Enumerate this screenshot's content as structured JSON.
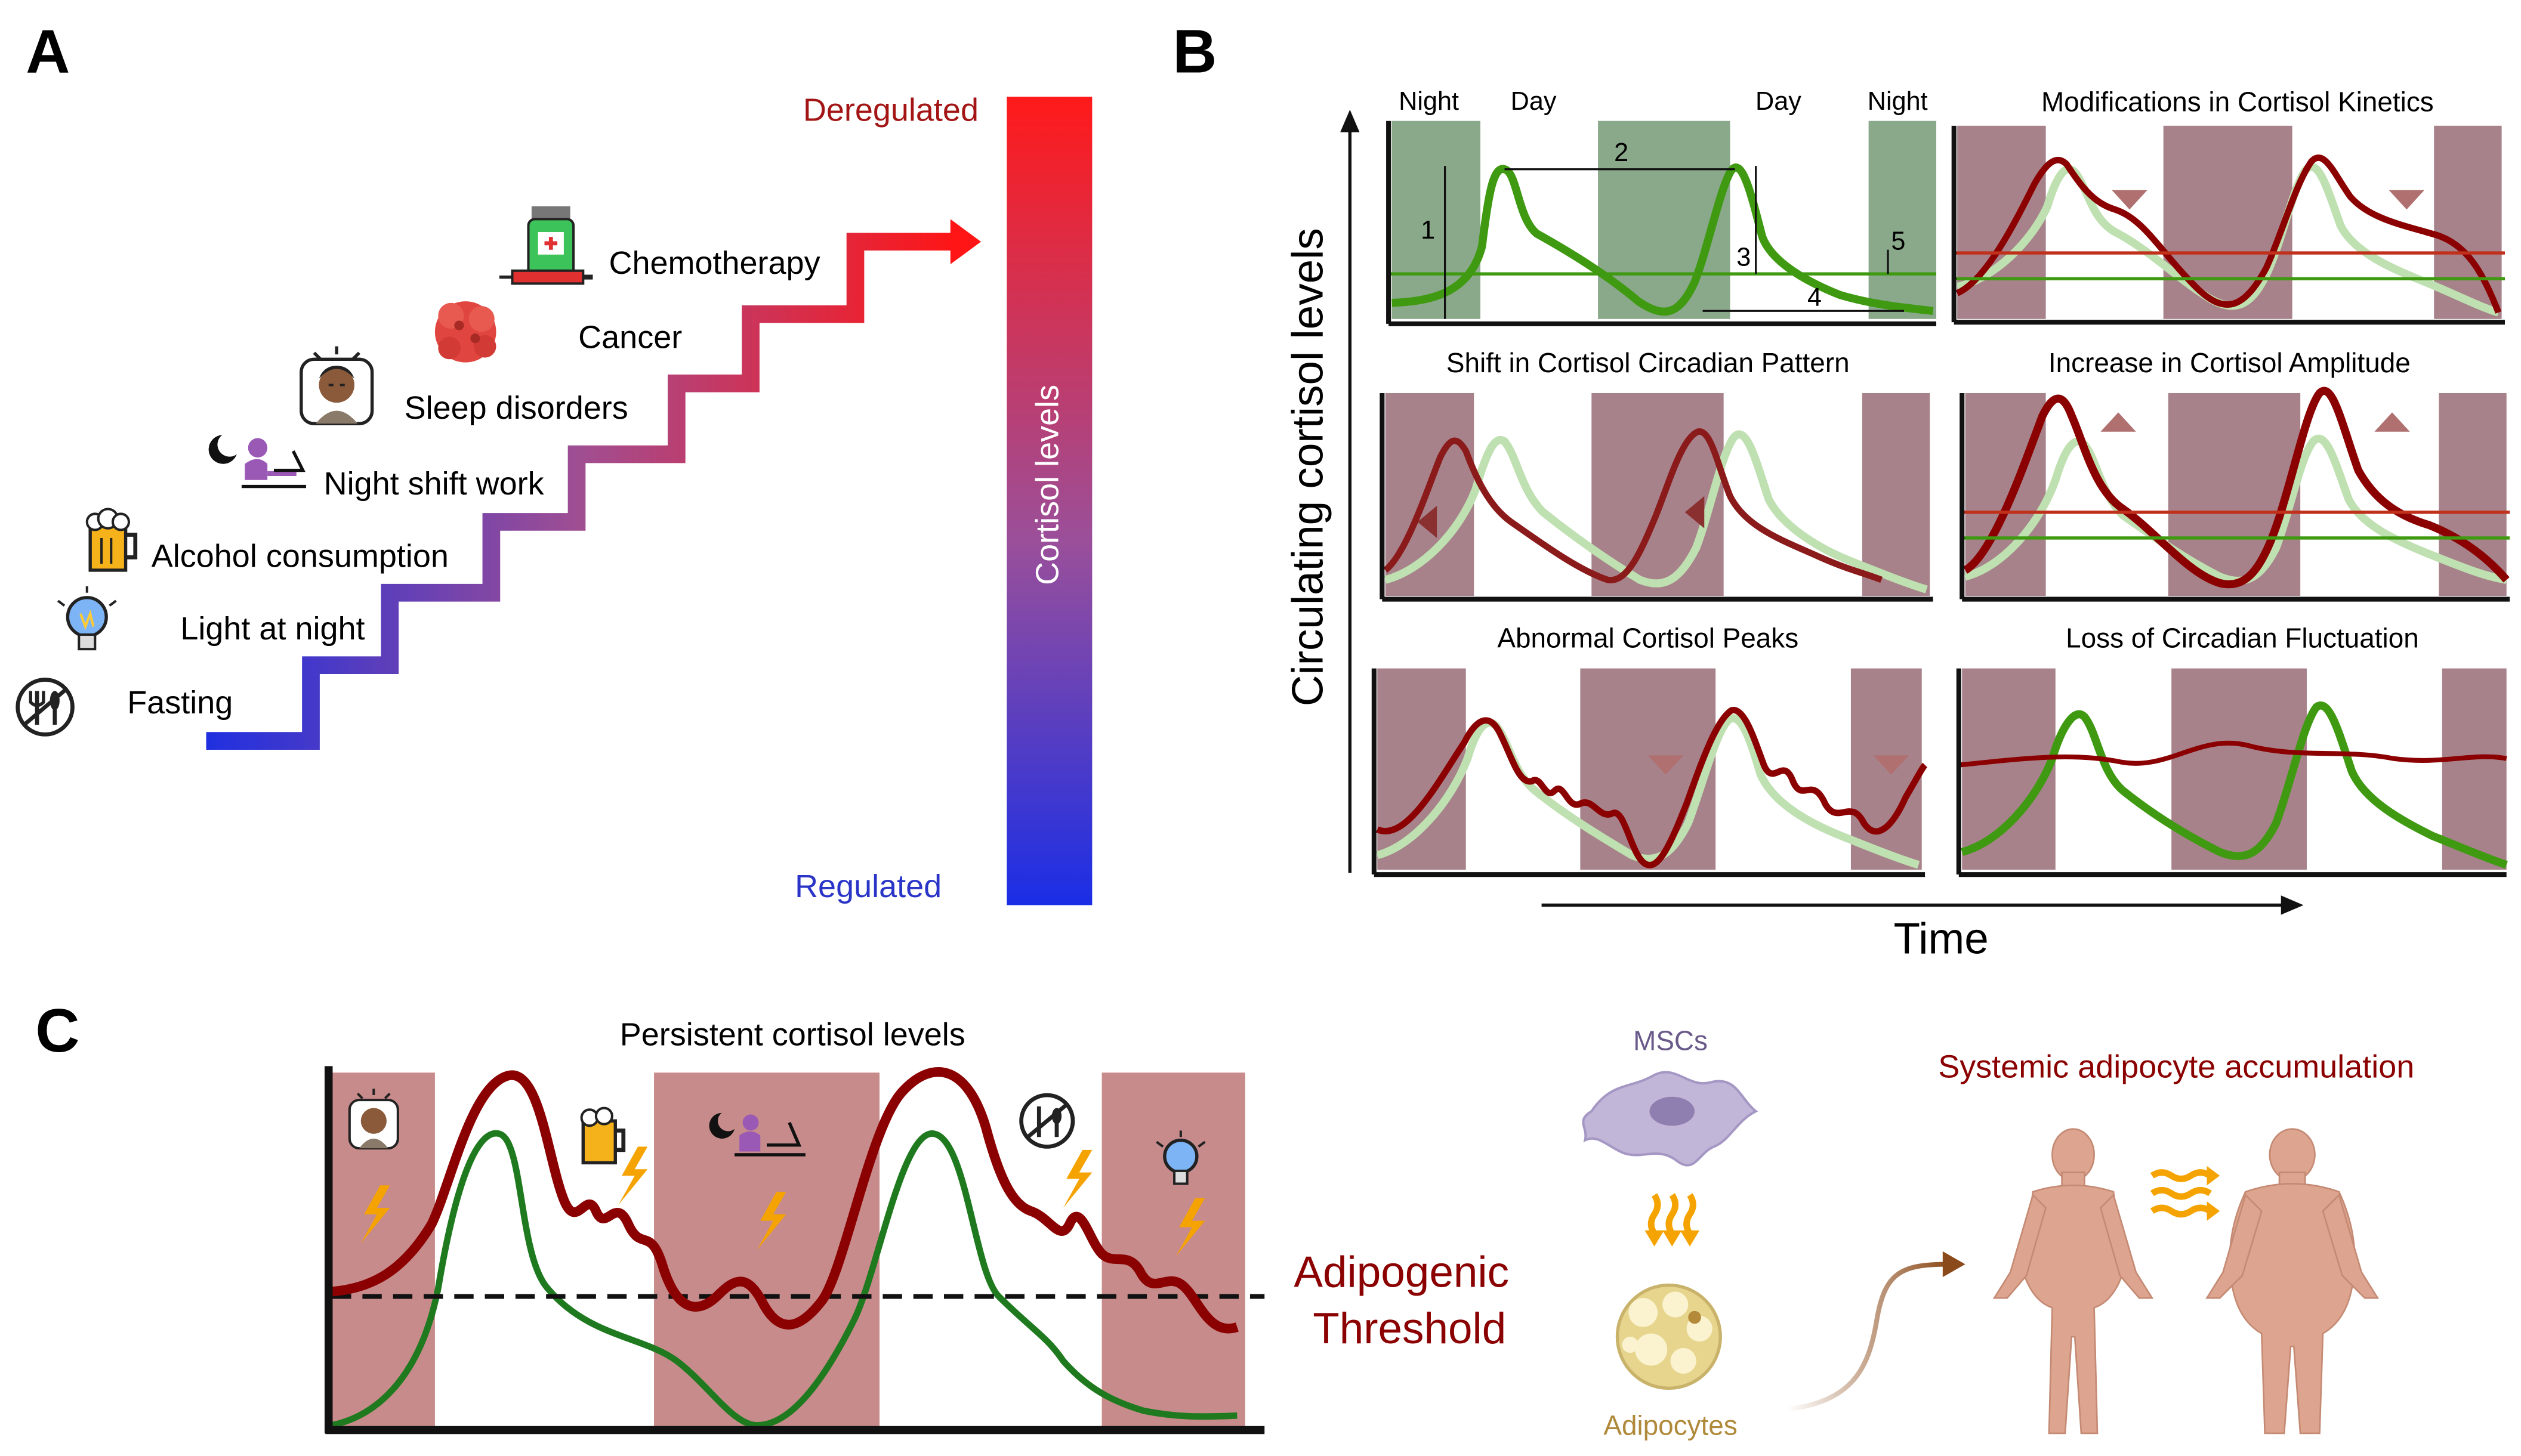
{
  "panel_labels": {
    "a": "A",
    "b": "B",
    "c": "C"
  },
  "panel_a": {
    "top_label": "Deregulated",
    "bottom_label": "Regulated",
    "bar_label": "Cortisol levels",
    "steps": [
      {
        "label": "Fasting",
        "icon": "no-food-icon"
      },
      {
        "label": "Light at night",
        "icon": "light-bulb-icon"
      },
      {
        "label": "Alcohol consumption",
        "icon": "beer-icon"
      },
      {
        "label": "Night shift work",
        "icon": "night-worker-icon"
      },
      {
        "label": "Sleep disorders",
        "icon": "insomnia-icon"
      },
      {
        "label": "Cancer",
        "icon": "tumor-cell-icon"
      },
      {
        "label": "Chemotherapy",
        "icon": "drug-vial-icon"
      }
    ],
    "colors": {
      "regulated": "#1a2ee6",
      "deregulated": "#ff1a1a",
      "deregulated_text": "#a31515"
    }
  },
  "panel_b": {
    "y_axis_label": "Circulating cortisol levels",
    "x_axis_label": "Time",
    "normal": {
      "labels": {
        "night_left": "Night",
        "day_left": "Day",
        "day_right": "Day",
        "night_right": "Night"
      },
      "markers": [
        "1",
        "2",
        "3",
        "4",
        "5"
      ]
    },
    "subplot_titles": [
      "Modifications in Cortisol Kinetics",
      "Shift in Cortisol Circadian Pattern",
      "Increase in Cortisol Amplitude",
      "Abnormal Cortisol Peaks",
      "Loss of Circadian Fluctuation"
    ],
    "colors": {
      "normal": "#3f9a12",
      "altered": "#8b0000",
      "night_green": "#8aa88a",
      "night_mauve": "#a7828a"
    }
  },
  "panel_c": {
    "title": "Persistent cortisol levels",
    "threshold_label_1": "Adipogenic",
    "threshold_label_2": "Threshold",
    "mscs_label": "MSCs",
    "adipocytes_label": "Adipocytes",
    "accumulation_label": "Systemic adipocyte accumulation",
    "colors": {
      "night": "#c88b8b",
      "high": "#8b0000",
      "normal": "#1f7a1f",
      "accent": "#f5a300",
      "msc": "#c2b6d8",
      "adipocyte": "#e7d58e"
    }
  }
}
